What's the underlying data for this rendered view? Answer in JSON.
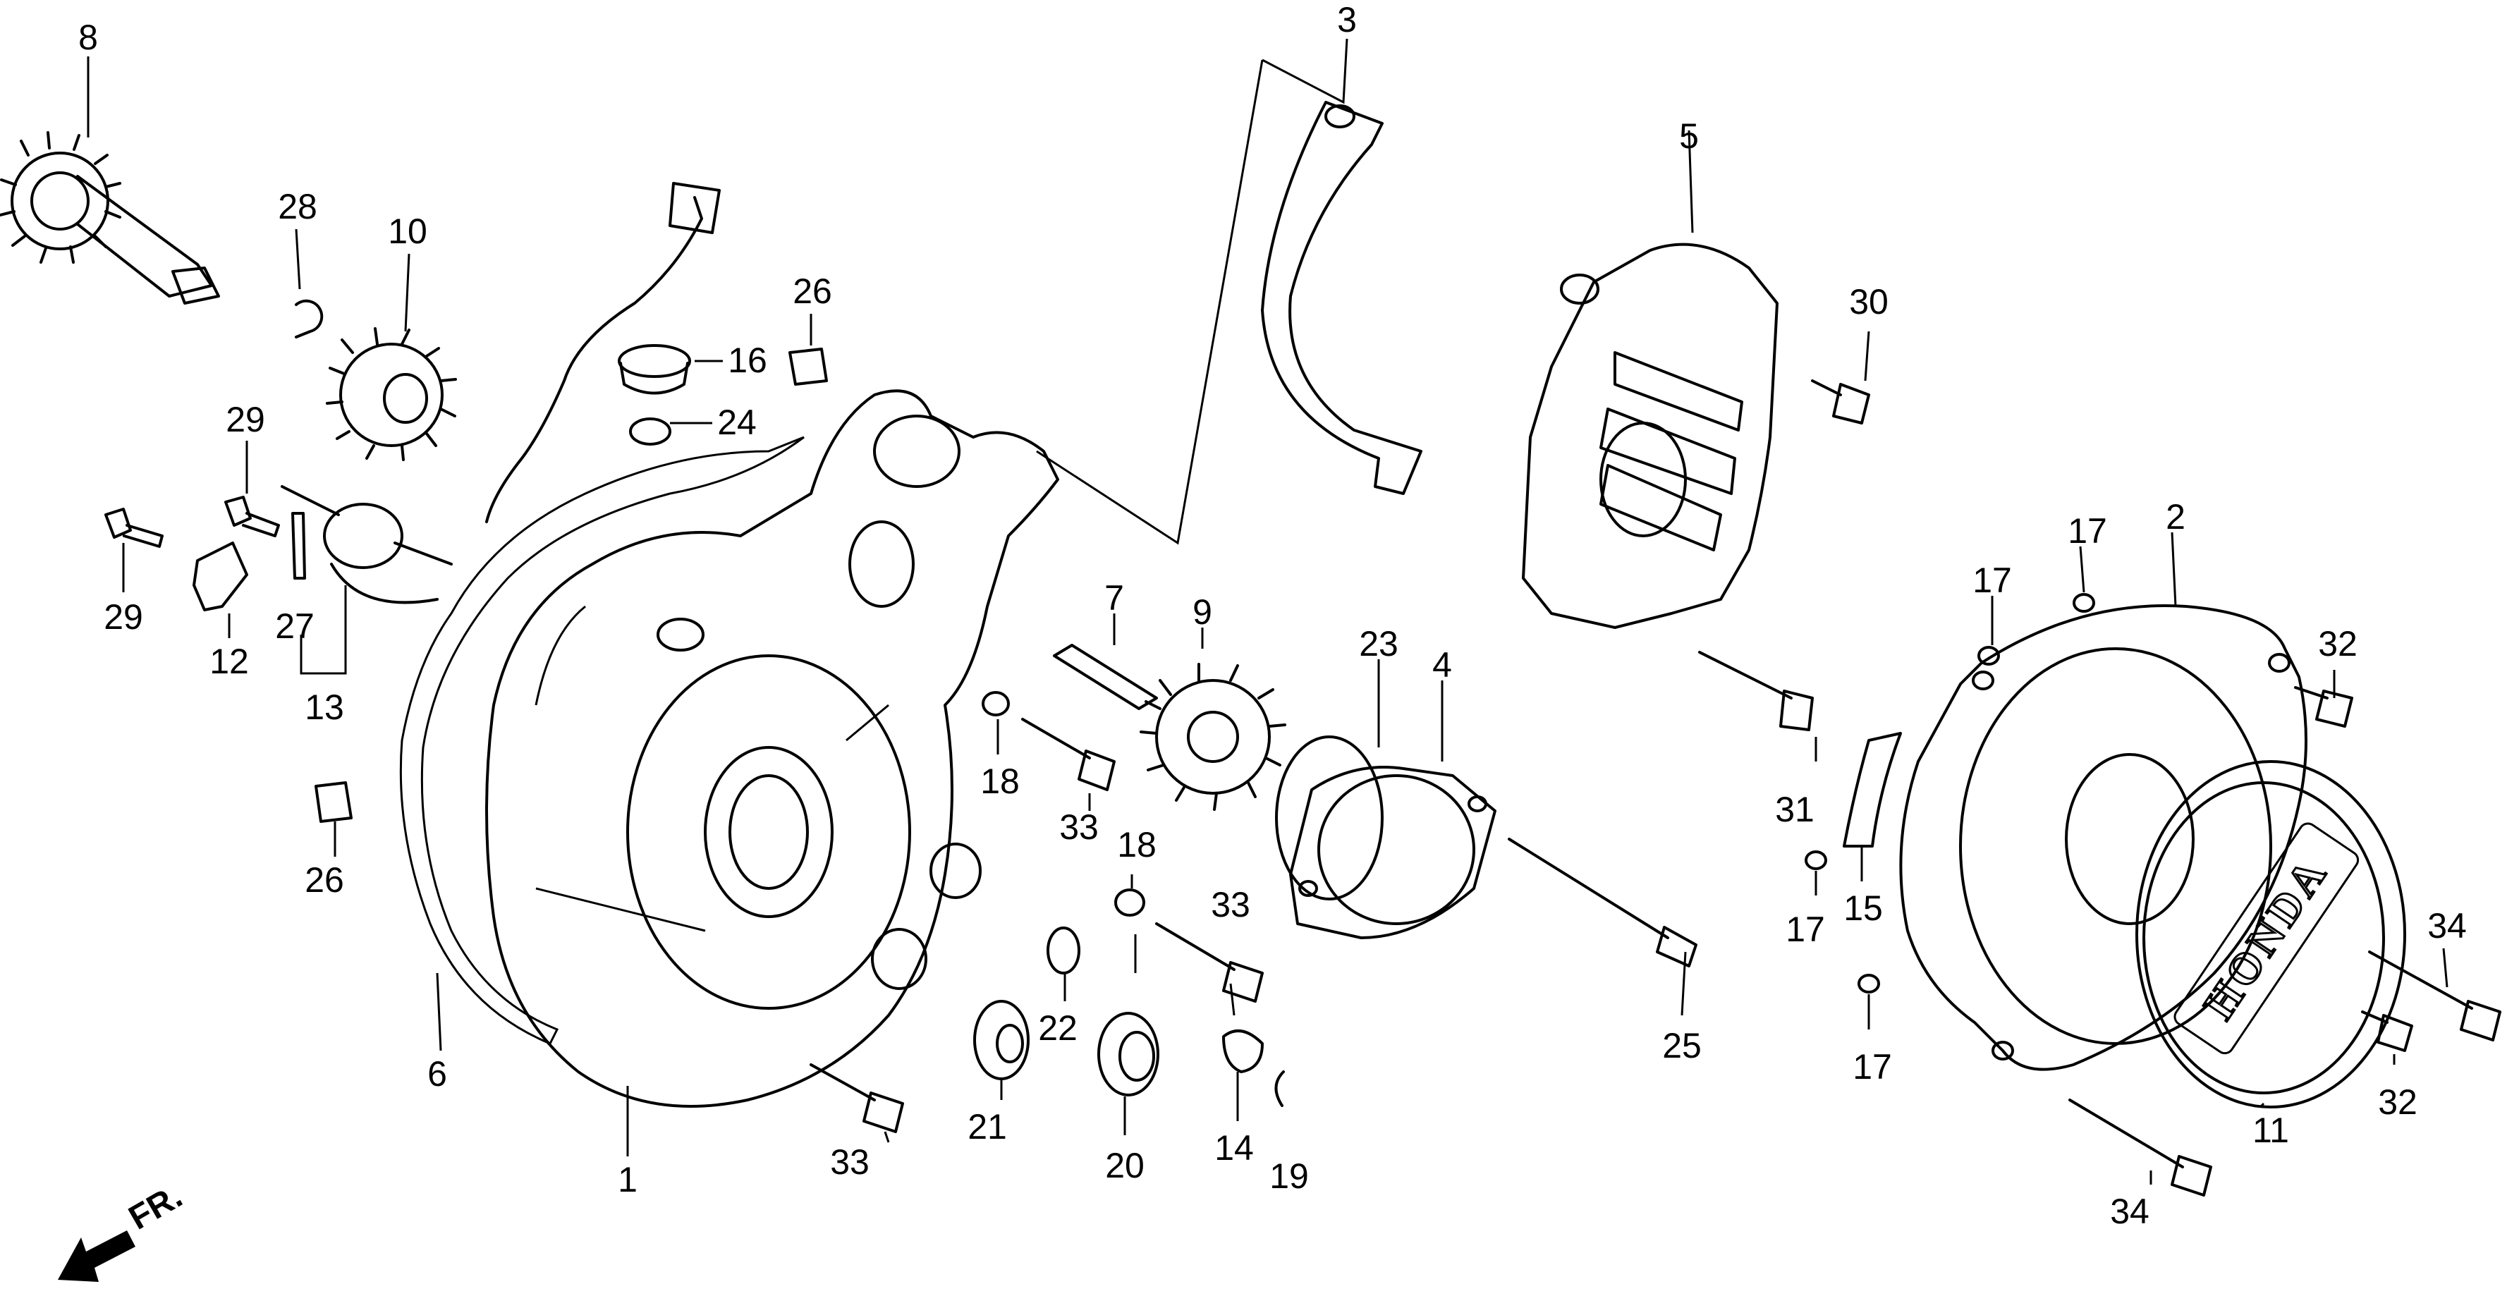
{
  "callouts": {
    "c1": "1",
    "c2": "2",
    "c3": "3",
    "c4": "4",
    "c5": "5",
    "c6": "6",
    "c7": "7",
    "c8": "8",
    "c9": "9",
    "c10": "10",
    "c11": "11",
    "c12": "12",
    "c13": "13",
    "c14": "14",
    "c15": "15",
    "c16": "16",
    "c17a": "17",
    "c17b": "17",
    "c17c": "17",
    "c17d": "17",
    "c18a": "18",
    "c18b": "18",
    "c19": "19",
    "c20": "20",
    "c21": "21",
    "c22": "22",
    "c23": "23",
    "c24": "24",
    "c25": "25",
    "c26a": "26",
    "c26b": "26",
    "c27": "27",
    "c28": "28",
    "c29a": "29",
    "c29b": "29",
    "c30": "30",
    "c31": "31",
    "c32a": "32",
    "c32b": "32",
    "c33a": "33",
    "c33b": "33",
    "c33c": "33",
    "c34a": "34",
    "c34b": "34"
  },
  "logo_text": "HONDA",
  "direction_label": "FR.",
  "line_color": "#000000",
  "background_color": "#ffffff"
}
